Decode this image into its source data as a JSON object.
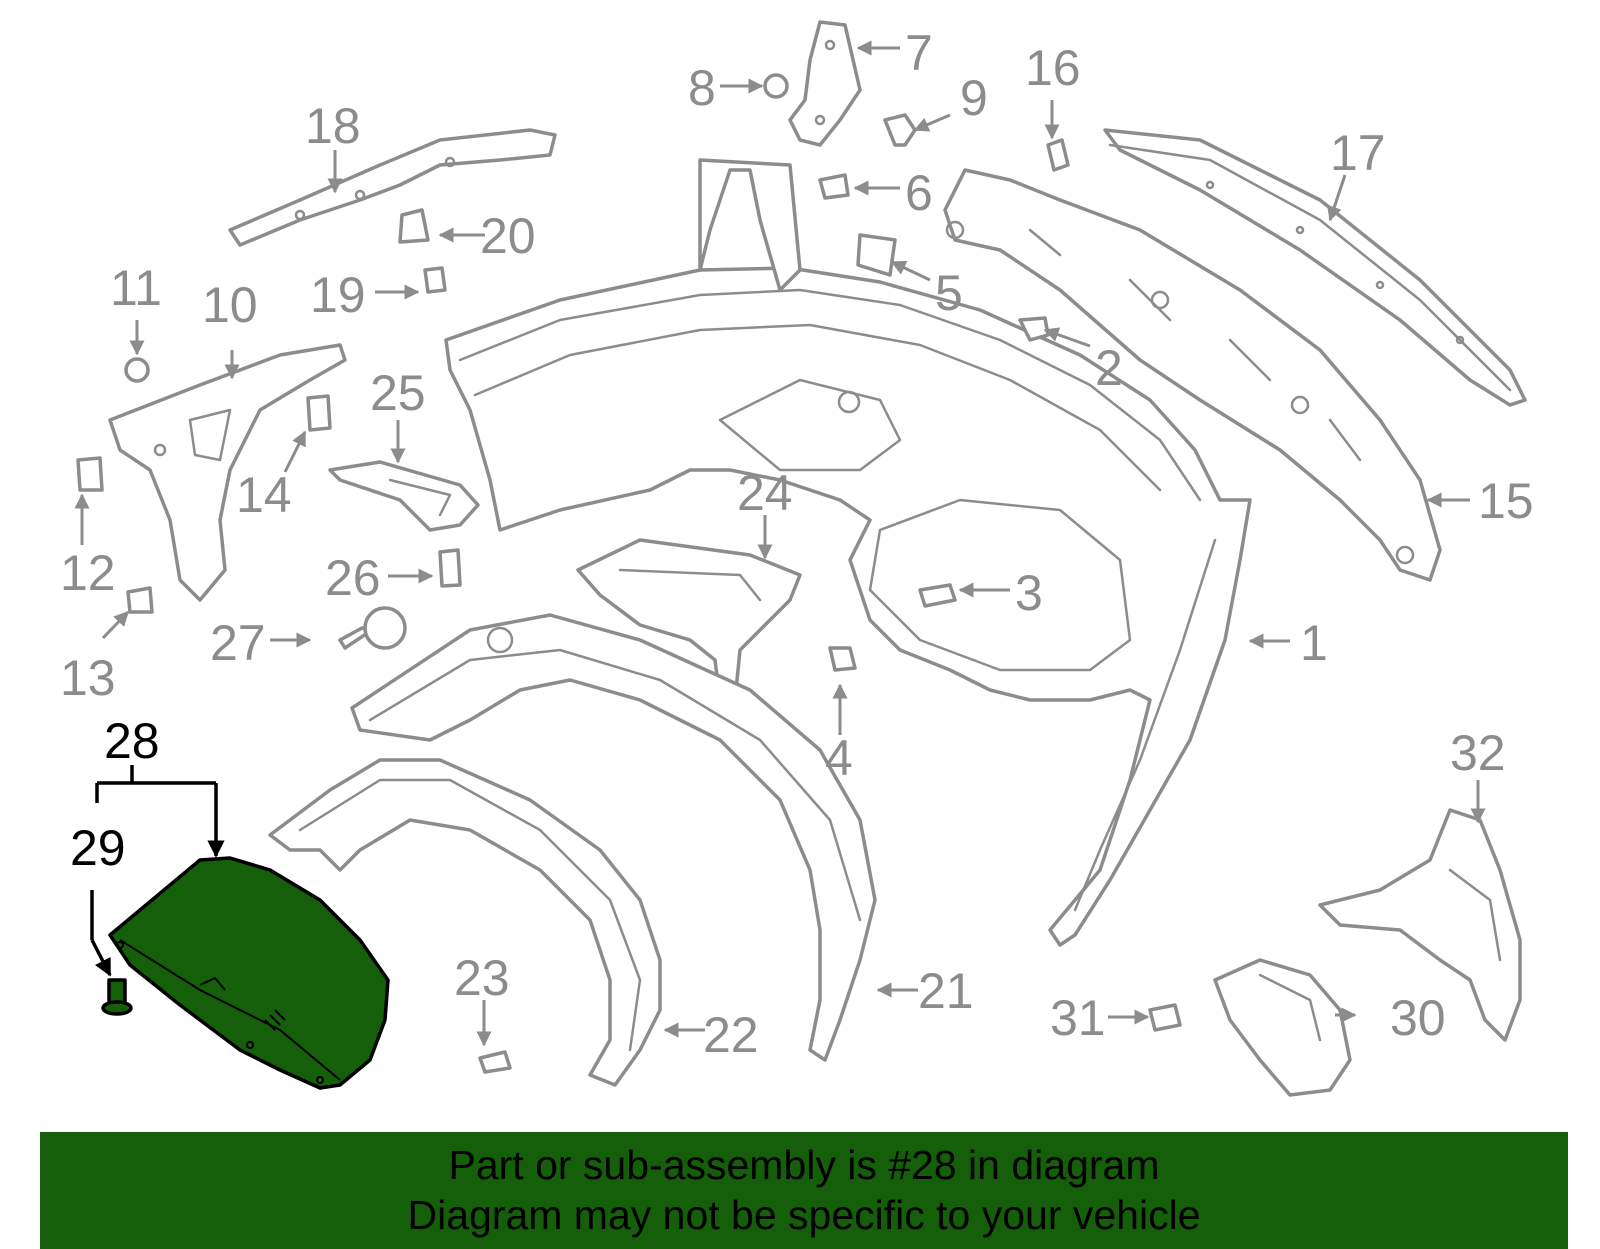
{
  "diagram": {
    "highlight_color": "#155f0a",
    "line_color": "#8c8c8c",
    "highlighted_part": "28",
    "callouts": [
      "1",
      "2",
      "3",
      "4",
      "5",
      "6",
      "7",
      "8",
      "9",
      "10",
      "11",
      "12",
      "13",
      "14",
      "15",
      "16",
      "17",
      "18",
      "19",
      "20",
      "21",
      "22",
      "23",
      "24",
      "25",
      "26",
      "27",
      "28",
      "29",
      "30",
      "31",
      "32"
    ]
  },
  "banner": {
    "line1": "Part or sub-assembly is #28 in diagram",
    "line2": "Diagram may not be specific to your vehicle"
  }
}
